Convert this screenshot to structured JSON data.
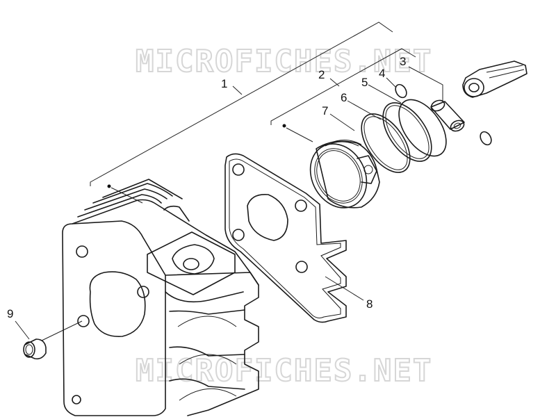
{
  "watermark": {
    "text_top": "MICROFICHES.NET",
    "text_bottom": "MICROFICHES.NET"
  },
  "callouts": {
    "c1": "1",
    "c2": "2",
    "c3": "3",
    "c4": "4",
    "c5": "5",
    "c6": "6",
    "c7": "7",
    "c8": "8",
    "c9": "9"
  },
  "parts": {
    "p1": "cylinder-assembly",
    "p2": "piston-kit",
    "p3": "piston-pin",
    "p4": "circlip",
    "p5": "top-compression-ring",
    "p6": "second-ring",
    "p7": "piston",
    "p8": "cylinder-base-gasket",
    "p9": "dowel-bushing"
  }
}
